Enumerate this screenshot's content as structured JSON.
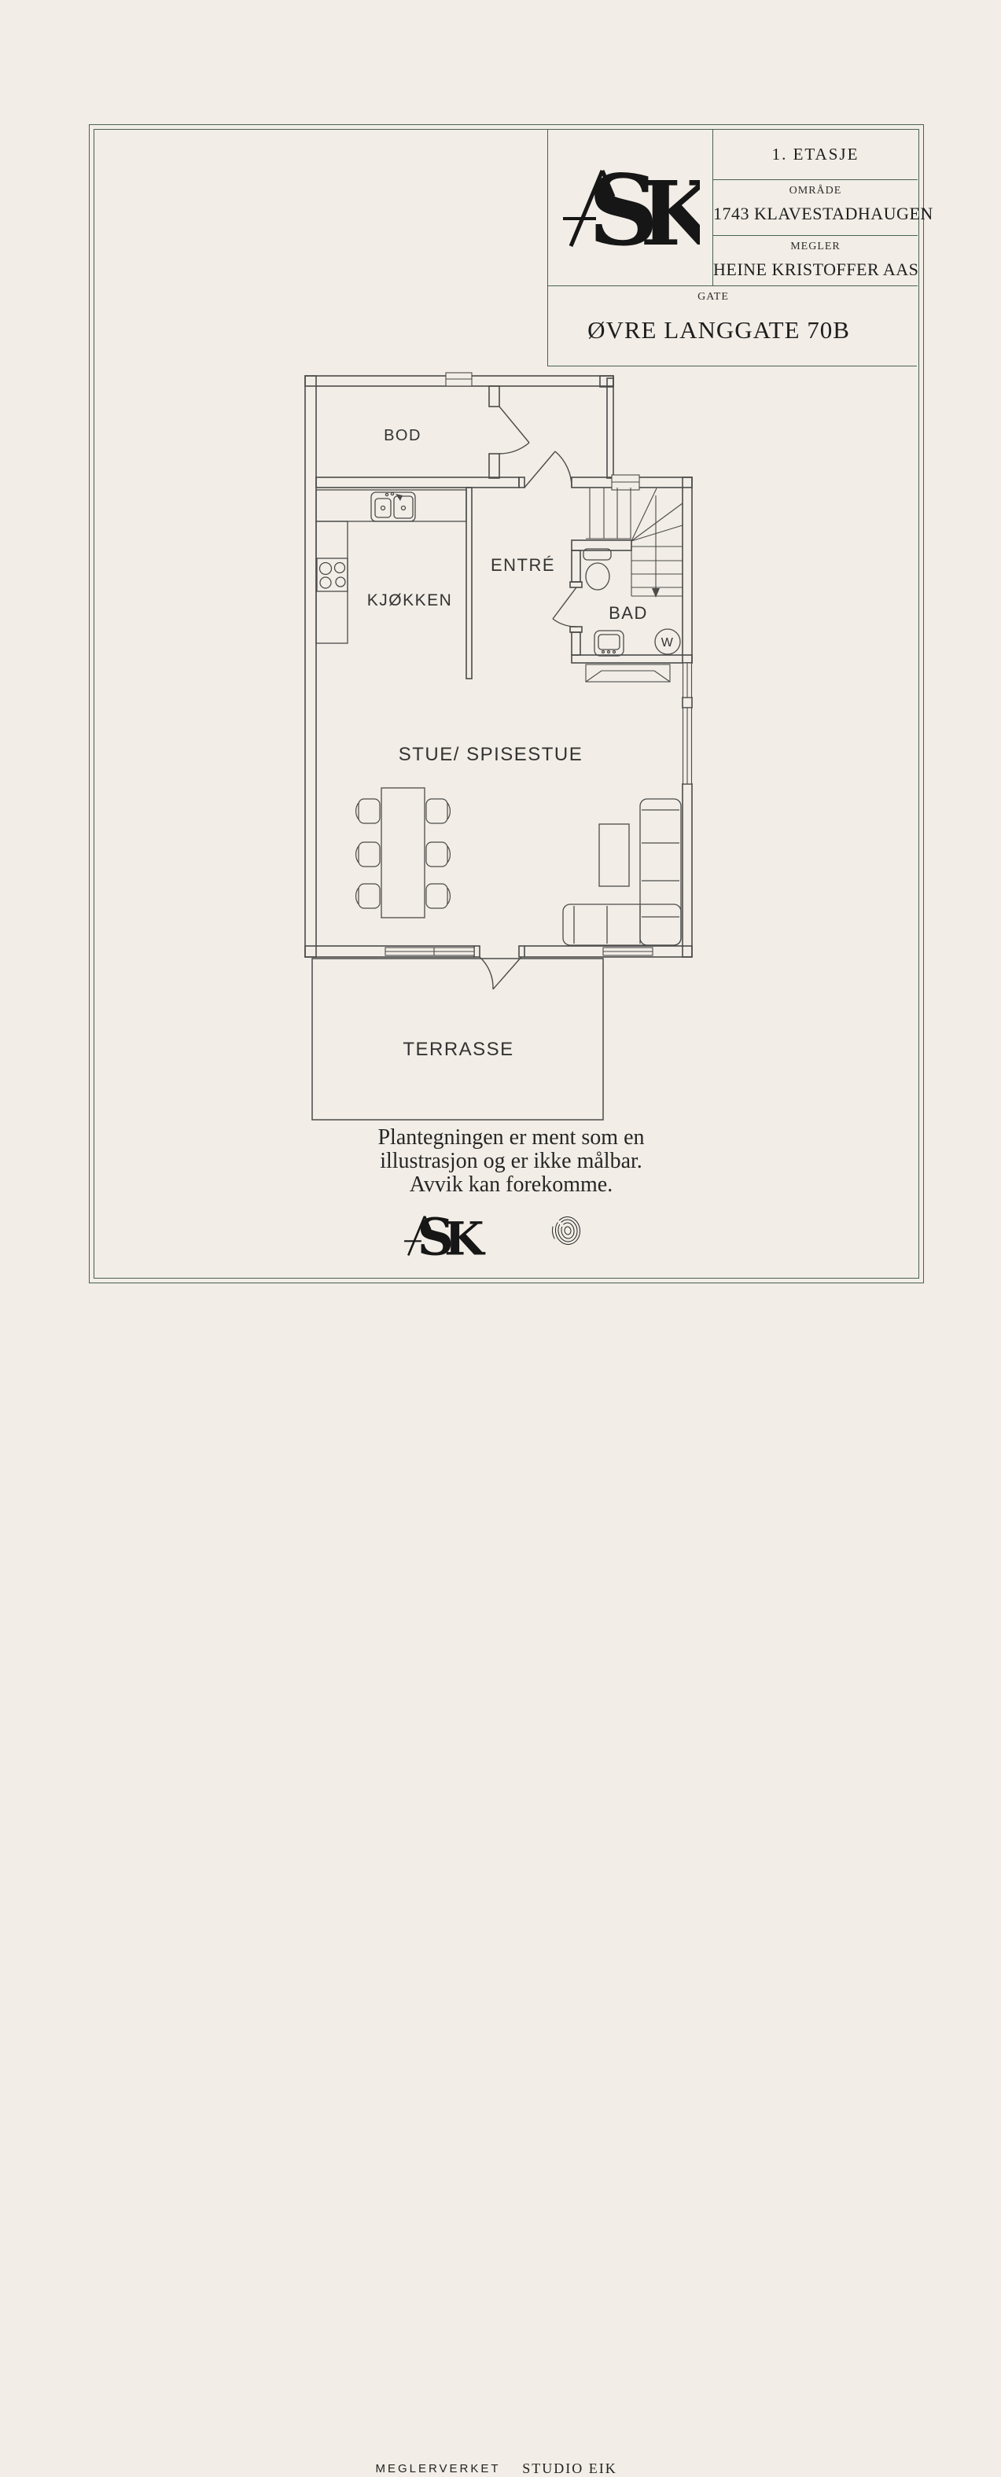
{
  "title_block": {
    "floor": "1. ETASJE",
    "area_label": "OMRÅDE",
    "area_value": "1743 KLAVESTADHAUGEN",
    "megler_label": "MEGLER",
    "megler_value": "HEINE KRISTOFFER AAS",
    "gate_label": "GATE",
    "gate_value": "ØVRE LANGGATE 70B"
  },
  "branding": {
    "logo_s": "S",
    "logo_k": "K",
    "meglerverket": "MEGLERVERKET",
    "studio_eik": "STUDIO EIK"
  },
  "floor_plan": {
    "rooms": [
      {
        "id": "bod",
        "label": "BOD"
      },
      {
        "id": "entre",
        "label": "ENTRÉ"
      },
      {
        "id": "kjokken",
        "label": "KJØKKEN"
      },
      {
        "id": "bad",
        "label": "BAD"
      },
      {
        "id": "stue",
        "label": "STUE/ SPISESTUE"
      },
      {
        "id": "terrasse",
        "label": "TERRASSE"
      }
    ],
    "washer_label": "W"
  },
  "disclaimer": {
    "lines": [
      "Plantegningen er ment som en",
      "illustrasjon og er ikke målbar.",
      "Avvik kan forekomme."
    ]
  },
  "colors": {
    "frame_green": "#466353",
    "paper": "#f2ede6",
    "plan_line": "#4b4b4b"
  }
}
